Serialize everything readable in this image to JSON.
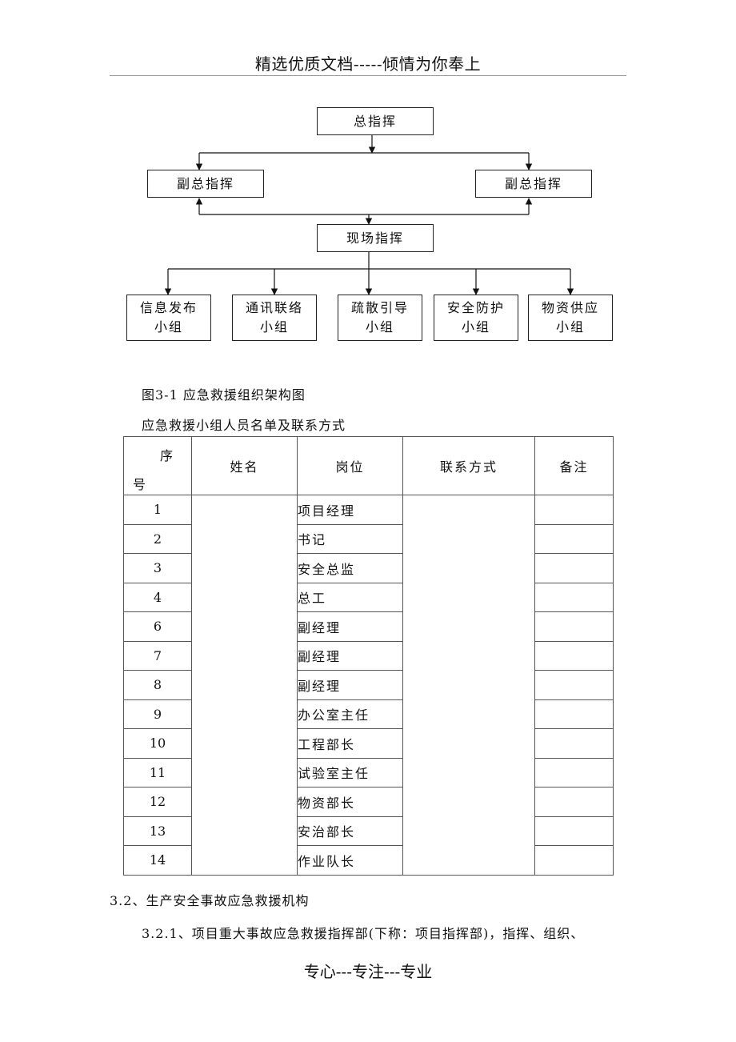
{
  "header": {
    "text": "精选优质文档-----倾情为你奉上"
  },
  "org_chart": {
    "top": "总指挥",
    "deputy_left": "副总指挥",
    "deputy_right": "副总指挥",
    "field": "现场指挥",
    "teams": [
      {
        "line1": "信息发布",
        "line2": "小组"
      },
      {
        "line1": "通讯联络",
        "line2": "小组"
      },
      {
        "line1": "疏散引导",
        "line2": "小组"
      },
      {
        "line1": "安全防护",
        "line2": "小组"
      },
      {
        "line1": "物资供应",
        "line2": "小组"
      }
    ]
  },
  "figure_caption": "图3-1 应急救援组织架构图",
  "table_caption": "应急救援小组人员名单及联系方式",
  "table": {
    "headers": {
      "seq_1": "序",
      "seq_2": "号",
      "name": "姓名",
      "position": "岗位",
      "contact": "联系方式",
      "remark": "备注"
    },
    "rows": [
      {
        "no": "1",
        "position": "项目经理"
      },
      {
        "no": "2",
        "position": "书记"
      },
      {
        "no": "3",
        "position": "安全总监"
      },
      {
        "no": "4",
        "position": "总工"
      },
      {
        "no": "6",
        "position": "副经理"
      },
      {
        "no": "7",
        "position": "副经理"
      },
      {
        "no": "8",
        "position": "副经理"
      },
      {
        "no": "9",
        "position": "办公室主任"
      },
      {
        "no": "10",
        "position": "工程部长"
      },
      {
        "no": "11",
        "position": "试验室主任"
      },
      {
        "no": "12",
        "position": "物资部长"
      },
      {
        "no": "13",
        "position": "安治部长"
      },
      {
        "no": "14",
        "position": "作业队长"
      }
    ]
  },
  "section_heading": "3.2、生产安全事故应急救援机构",
  "section_para": "3.2.1、项目重大事故应急救援指挥部(下称：项目指挥部)，指挥、组织、",
  "footer": {
    "text": "专心---专注---专业"
  }
}
